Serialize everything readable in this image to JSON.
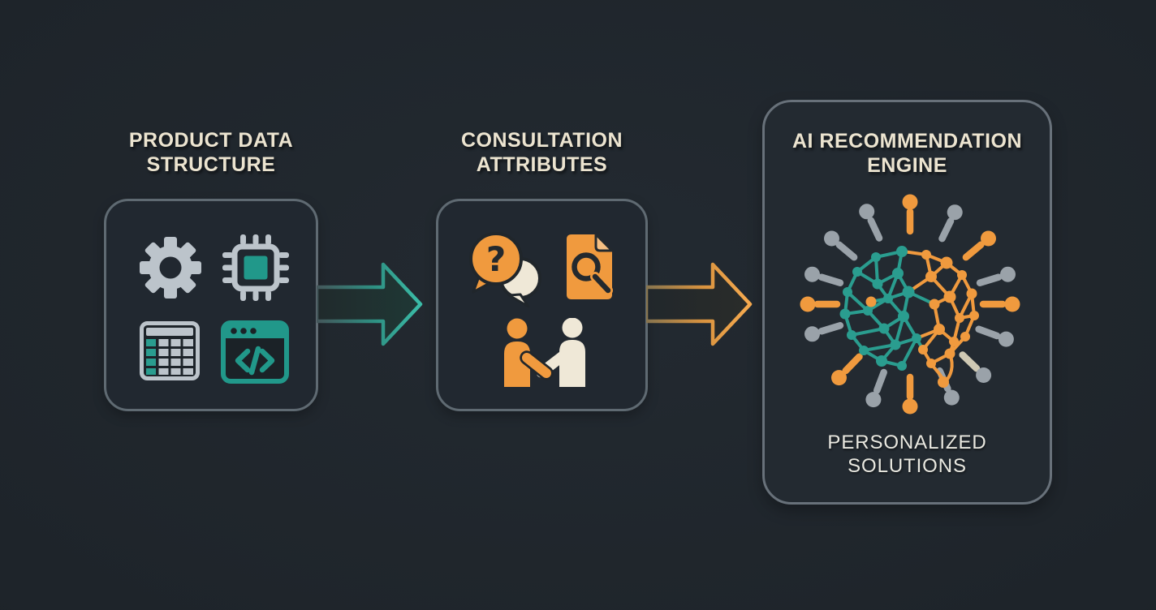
{
  "diagram": {
    "background": "#1e242a",
    "palette": {
      "teal": "#2a9d8f",
      "orange": "#f09a3e",
      "cream": "#efe8d7",
      "icon_gray": "#bcc4cb",
      "ray_gray": "#9aa2a9",
      "box_border": "#5f6a72",
      "box_fill": "#212830",
      "panel_fill": "#232a31",
      "title_text": "#ece4d0",
      "caption_text": "#eae9e1",
      "dark_detail": "#20262b"
    },
    "stages": [
      {
        "id": "product-data-structure",
        "title": [
          "PRODUCT DATA",
          "STRUCTURE"
        ],
        "icons": [
          "gear-icon",
          "chip-icon",
          "data-table-icon",
          "code-window-icon"
        ]
      },
      {
        "id": "consultation-attributes",
        "title": [
          "CONSULTATION",
          "ATTRIBUTES"
        ],
        "icons": [
          "question-chat-icon",
          "document-search-icon",
          "handshake-icon"
        ]
      },
      {
        "id": "ai-recommendation-engine",
        "title": [
          "AI RECOMMENDATION",
          "ENGINE"
        ],
        "icons": [
          "brain-network-icon"
        ],
        "caption": [
          "PERSONALIZED",
          "SOLUTIONS"
        ]
      }
    ],
    "arrows": [
      {
        "id": "arrow-1",
        "from": "product-data-structure",
        "to": "consultation-attributes",
        "color": "#2a9d8f"
      },
      {
        "id": "arrow-2",
        "from": "consultation-attributes",
        "to": "ai-recommendation-engine",
        "color": "#f09a3e"
      }
    ]
  }
}
